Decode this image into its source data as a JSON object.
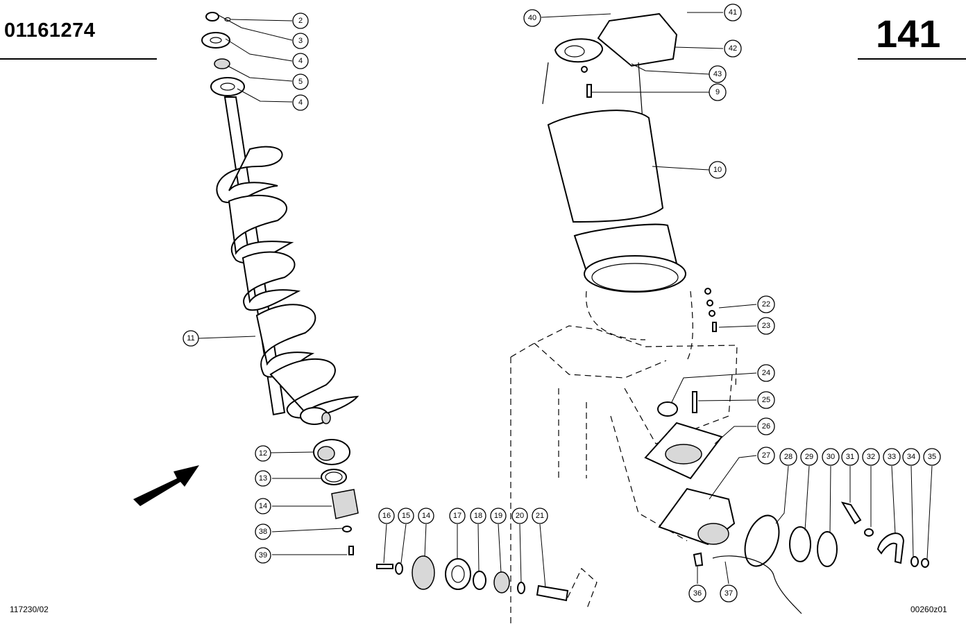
{
  "header": {
    "part_number": "01161274",
    "page_number": "141"
  },
  "footer": {
    "drawing_ref": "117230/02",
    "image_ref": "00260z01"
  },
  "callouts": [
    {
      "id": "c2",
      "label": "2"
    },
    {
      "id": "c3",
      "label": "3"
    },
    {
      "id": "c4a",
      "label": "4"
    },
    {
      "id": "c5",
      "label": "5"
    },
    {
      "id": "c4b",
      "label": "4"
    },
    {
      "id": "c11",
      "label": "11"
    },
    {
      "id": "c12",
      "label": "12"
    },
    {
      "id": "c13",
      "label": "13"
    },
    {
      "id": "c14a",
      "label": "14"
    },
    {
      "id": "c38",
      "label": "38"
    },
    {
      "id": "c39",
      "label": "39"
    },
    {
      "id": "c16",
      "label": "16"
    },
    {
      "id": "c15",
      "label": "15"
    },
    {
      "id": "c14b",
      "label": "14"
    },
    {
      "id": "c17",
      "label": "17"
    },
    {
      "id": "c18",
      "label": "18"
    },
    {
      "id": "c19",
      "label": "19"
    },
    {
      "id": "c20",
      "label": "20"
    },
    {
      "id": "c21",
      "label": "21"
    },
    {
      "id": "c40",
      "label": "40"
    },
    {
      "id": "c41",
      "label": "41"
    },
    {
      "id": "c42",
      "label": "42"
    },
    {
      "id": "c43",
      "label": "43"
    },
    {
      "id": "c9",
      "label": "9"
    },
    {
      "id": "c10",
      "label": "10"
    },
    {
      "id": "c22",
      "label": "22"
    },
    {
      "id": "c23",
      "label": "23"
    },
    {
      "id": "c24",
      "label": "24"
    },
    {
      "id": "c25",
      "label": "25"
    },
    {
      "id": "c26",
      "label": "26"
    },
    {
      "id": "c27",
      "label": "27"
    },
    {
      "id": "c28",
      "label": "28"
    },
    {
      "id": "c29",
      "label": "29"
    },
    {
      "id": "c30",
      "label": "30"
    },
    {
      "id": "c31",
      "label": "31"
    },
    {
      "id": "c32",
      "label": "32"
    },
    {
      "id": "c33",
      "label": "33"
    },
    {
      "id": "c34",
      "label": "34"
    },
    {
      "id": "c35",
      "label": "35"
    },
    {
      "id": "c36",
      "label": "36"
    },
    {
      "id": "c37",
      "label": "37"
    }
  ]
}
